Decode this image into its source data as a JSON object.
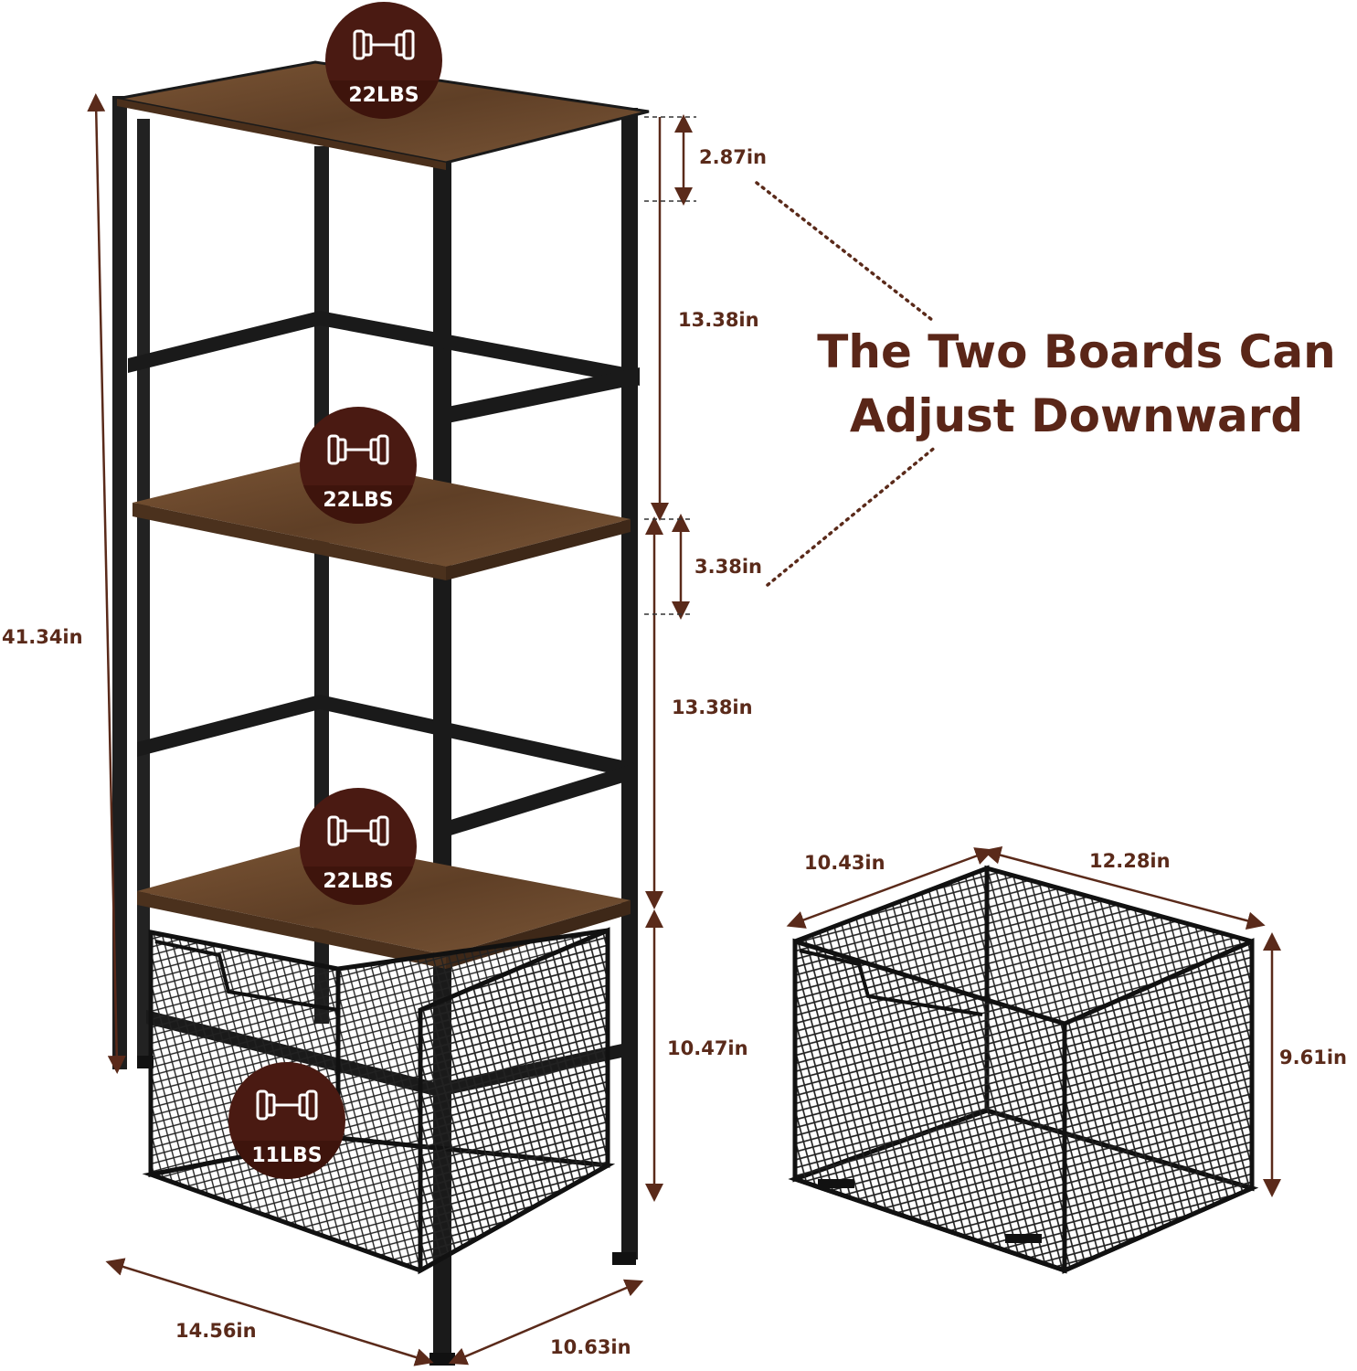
{
  "headline": {
    "line1": "The Two Boards Can",
    "line2": "Adjust Downward"
  },
  "shelf_weights": {
    "top": "22LBS",
    "middle": "22LBS",
    "lower": "22LBS",
    "basket": "11LBS"
  },
  "shelf_dimensions": {
    "total_height": "41.34in",
    "top_gap": "2.87in",
    "upper_span": "13.38in",
    "middle_gap": "3.38in",
    "lower_span": "13.38in",
    "basket_span": "10.47in",
    "width": "14.56in",
    "depth": "10.63in"
  },
  "basket_dimensions": {
    "depth": "10.43in",
    "width": "12.28in",
    "height": "9.61in"
  },
  "colors": {
    "accent": "#5a2618",
    "badge": "#4a1a12",
    "frame": "#1a1a1a",
    "wood": "#6f4a2e"
  },
  "icons": {
    "weight": "dumbbell-icon"
  }
}
